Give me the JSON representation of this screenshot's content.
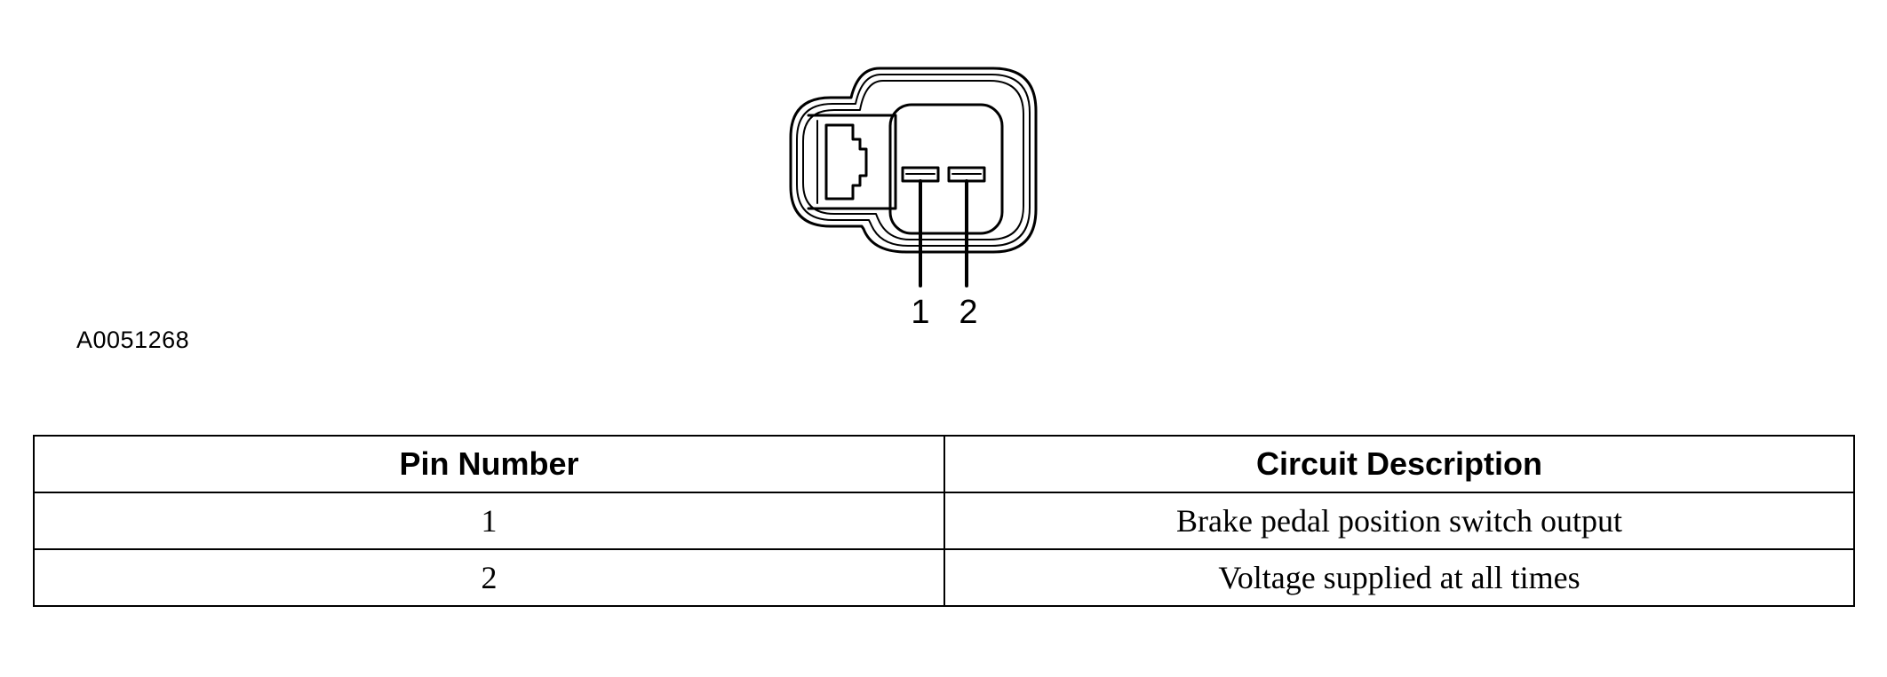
{
  "figure": {
    "id": "A0051268",
    "pin_labels": [
      "1",
      "2"
    ]
  },
  "table": {
    "headers": [
      "Pin Number",
      "Circuit Description"
    ],
    "rows": [
      [
        "1",
        "Brake pedal position switch output"
      ],
      [
        "2",
        "Voltage supplied at all times"
      ]
    ]
  }
}
